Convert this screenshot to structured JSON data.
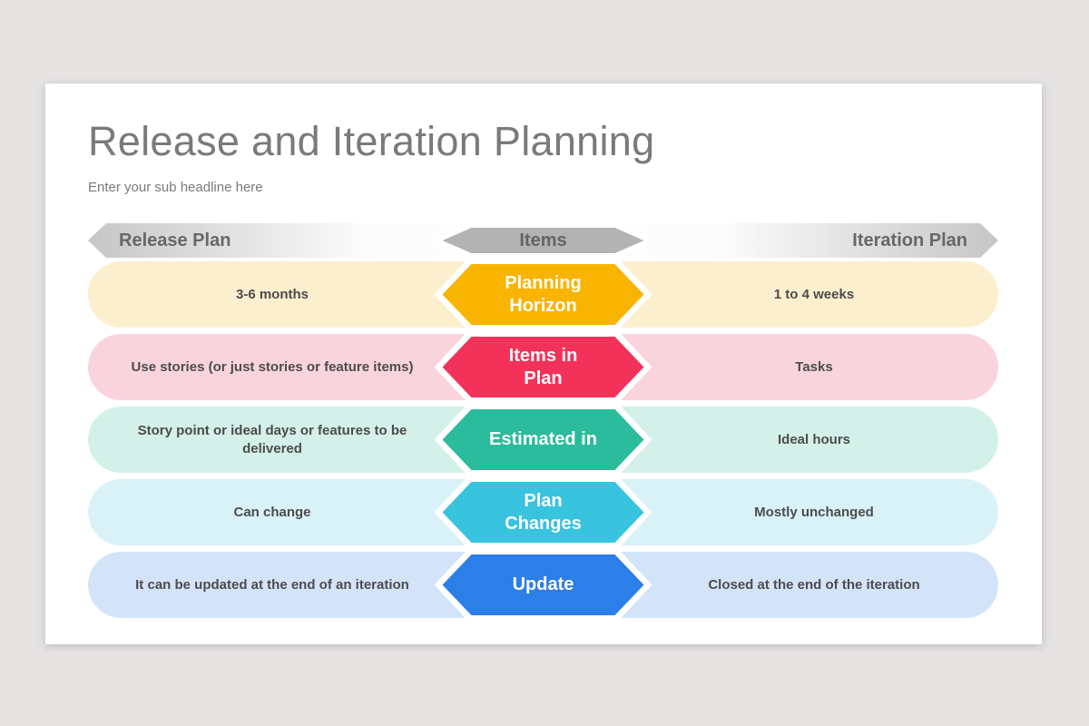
{
  "background_color": "#e6e4e3",
  "slide": {
    "title": "Release and Iteration Planning",
    "subtitle": "Enter your sub headline here"
  },
  "header": {
    "left_label": "Release Plan",
    "center_label": "Items",
    "right_label": "Iteration Plan",
    "hex_color": "#b3b3b3",
    "bar_edge_color": "#c6c6c6"
  },
  "rows": [
    {
      "left": "3-6 months",
      "center": "Planning\nHorizon",
      "right": "1 to 4 weeks",
      "hex_color": "#f8b401",
      "pill_color": "#fcefce"
    },
    {
      "left": "Use stories (or just stories or feature items)",
      "center": "Items in\nPlan",
      "right": "Tasks",
      "hex_color": "#f23259",
      "pill_color": "#fad4dc"
    },
    {
      "left": "Story point or ideal days or features to be delivered",
      "center": "Estimated in",
      "right": "Ideal hours",
      "hex_color": "#2bbb9d",
      "pill_color": "#d3f0e9"
    },
    {
      "left": "Can change",
      "center": "Plan\nChanges",
      "right": "Mostly unchanged",
      "hex_color": "#38c3df",
      "pill_color": "#d9f2f8"
    },
    {
      "left": "It can be updated at the end of an iteration",
      "center": "Update",
      "right": "Closed at the end of the iteration",
      "hex_color": "#2c7ee9",
      "pill_color": "#d3e4f9"
    }
  ]
}
